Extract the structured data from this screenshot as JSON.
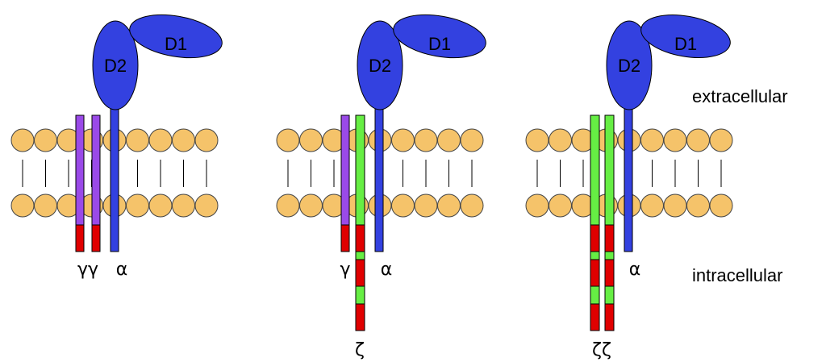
{
  "labels": {
    "extracellular": "extracellular",
    "intracellular": "intracellular"
  },
  "colors": {
    "lipid_head": "#f5c36a",
    "domain": "#3341e0",
    "gamma": "#9a4ae8",
    "zeta": "#66ee44",
    "itam": "#e00000"
  },
  "receptors": [
    {
      "d1_label": "D1",
      "d2_label": "D2",
      "chains": [
        {
          "type": "gamma",
          "pattern": "one_itam"
        },
        {
          "type": "gamma",
          "pattern": "one_itam"
        },
        {
          "type": "alpha"
        }
      ],
      "bottom_labels": [
        {
          "text": "γγ",
          "level": "middle"
        },
        {
          "text": "α",
          "level": "middle"
        }
      ]
    },
    {
      "d1_label": "D1",
      "d2_label": "D2",
      "chains": [
        {
          "type": "gamma",
          "pattern": "one_itam"
        },
        {
          "type": "zeta",
          "pattern": "three_itams"
        },
        {
          "type": "alpha"
        }
      ],
      "bottom_labels": [
        {
          "text": "γ",
          "level": "middle"
        },
        {
          "text": "α",
          "level": "middle"
        },
        {
          "text": "ζ",
          "level": "bottom"
        }
      ]
    },
    {
      "d1_label": "D1",
      "d2_label": "D2",
      "chains": [
        {
          "type": "zeta",
          "pattern": "three_itams"
        },
        {
          "type": "zeta",
          "pattern": "three_itams"
        },
        {
          "type": "alpha"
        }
      ],
      "bottom_labels": [
        {
          "text": "α",
          "level": "middle"
        },
        {
          "text": "ζζ",
          "level": "bottom"
        }
      ]
    }
  ]
}
